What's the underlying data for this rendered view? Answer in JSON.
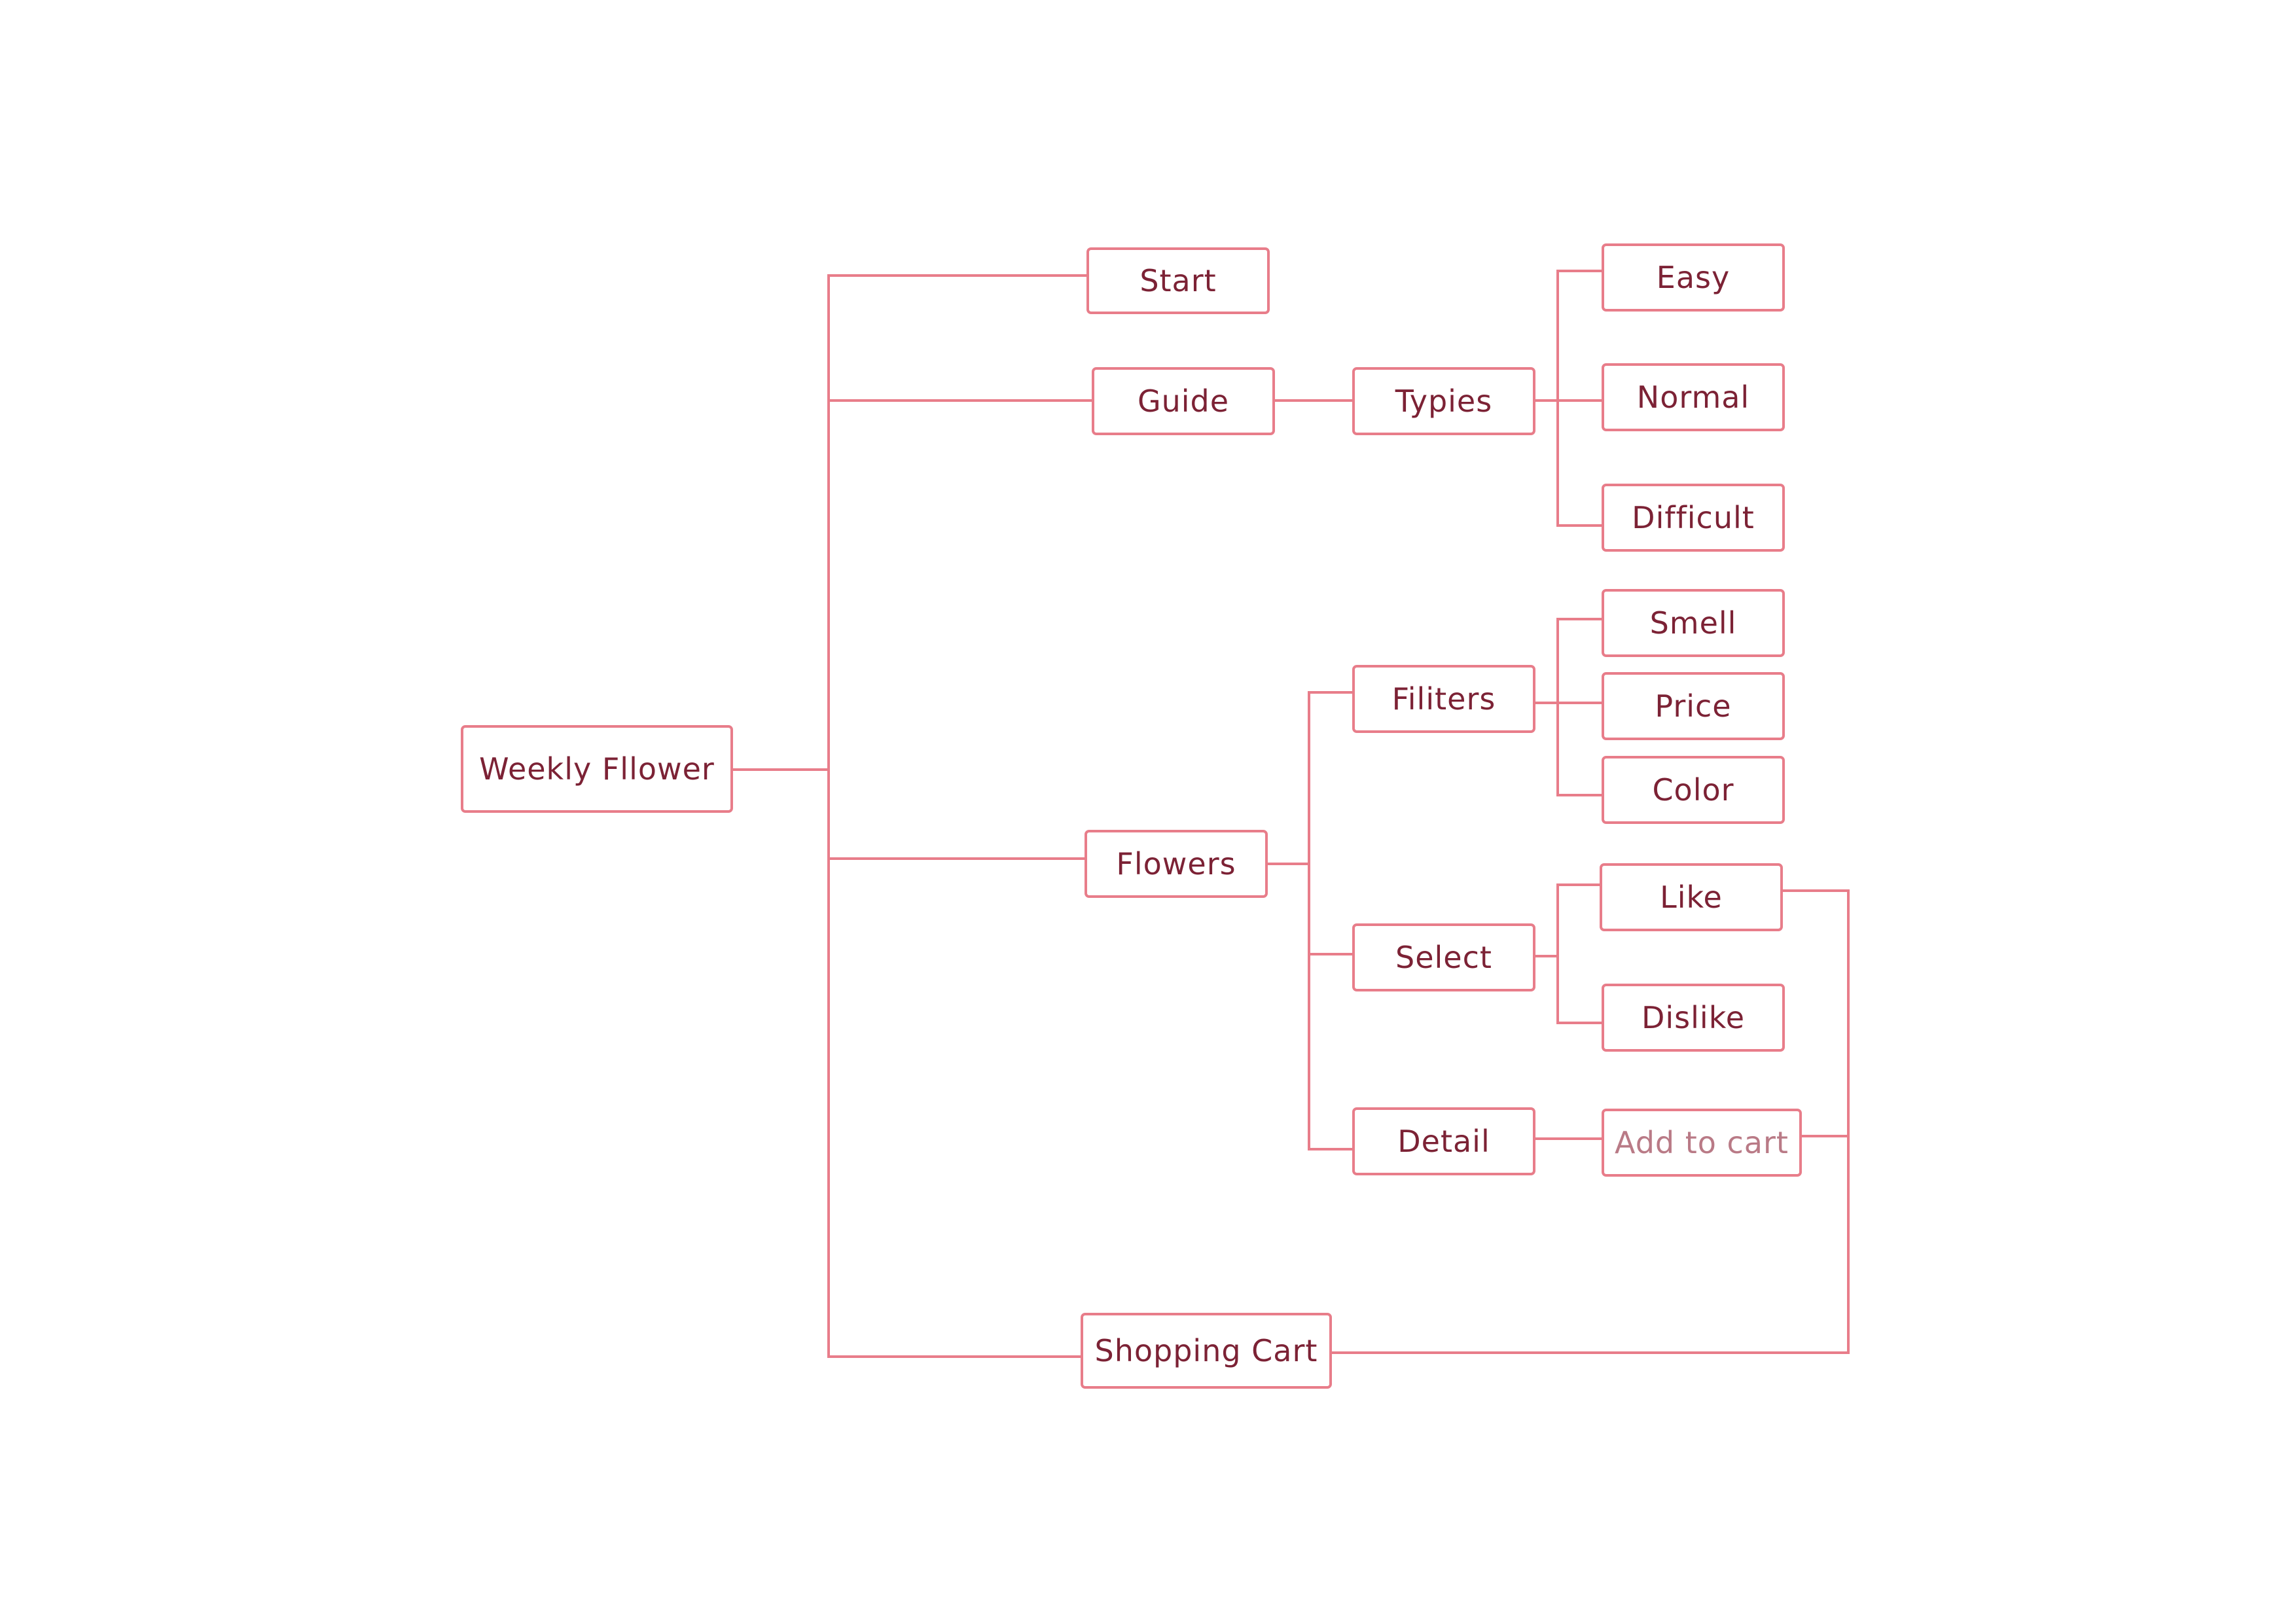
{
  "colors": {
    "line": "#e87d8a",
    "text": "#7c2235",
    "muted_text": "#b97a86",
    "background": "#ffffff"
  },
  "nodes": {
    "root": "Weekly Fllower",
    "start": "Start",
    "guide": "Guide",
    "typies": "Typies",
    "easy": "Easy",
    "normal": "Normal",
    "difficult": "Difficult",
    "flowers": "Flowers",
    "filiters": "Filiters",
    "smell": "Smell",
    "price": "Price",
    "color": "Color",
    "select": "Select",
    "like": "Like",
    "dislike": "Dislike",
    "detail": "Detail",
    "add_to_cart": "Add to cart",
    "shopping_cart": "Shopping Cart"
  }
}
